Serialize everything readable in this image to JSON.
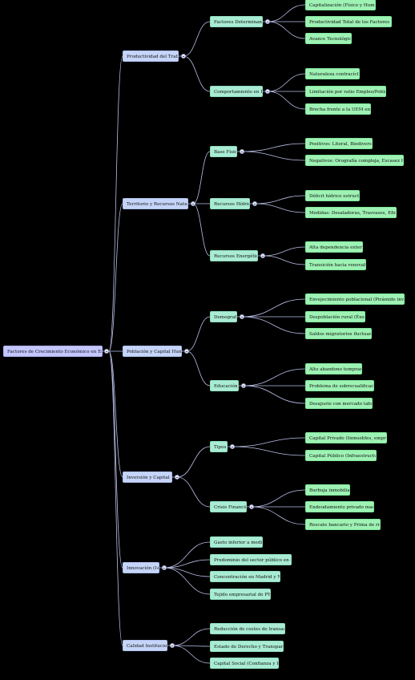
{
  "mindmap": {
    "root": {
      "label": "Factores de Crecimiento Económico en España"
    },
    "branches": [
      {
        "label": "Productividad del Trabajo",
        "children": [
          {
            "label": "Factores Determinantes",
            "children": [
              "Capitalización (Físico y Humano)",
              "Productividad Total de los Factores (PTF)",
              "Avance Tecnológico"
            ]
          },
          {
            "label": "Comportamiento en España",
            "children": [
              "Naturaleza contracíclica",
              "Limitación por ratio Empleo/Población",
              "Brecha frente a la UEM en I+D"
            ]
          }
        ]
      },
      {
        "label": "Territorio y Recursos Naturales",
        "children": [
          {
            "label": "Base Física",
            "children": [
              "Positivos: Litoral, Biodiversidad",
              "Negativos: Orografía compleja, Escasez hídrica"
            ]
          },
          {
            "label": "Recursos Hídricos",
            "children": [
              "Déficit hídrico estructural",
              "Medidas: Desaladoras, Trasvases, Eficiencia"
            ]
          },
          {
            "label": "Recursos Energéticos",
            "children": [
              "Alta dependencia externa",
              "Transición hacia renovables"
            ]
          }
        ]
      },
      {
        "label": "Población y Capital Humano",
        "children": [
          {
            "label": "Demografía",
            "children": [
              "Envejecimiento poblacional (Pirámide invertida)",
              "Despoblación rural (Éxodo)",
              "Saldos migratorios fluctuantes"
            ]
          },
          {
            "label": "Educación",
            "children": [
              "Alto abandono temprano",
              "Problema de sobrecualificación",
              "Desajuste con mercado laboral"
            ]
          }
        ]
      },
      {
        "label": "Inversión y Capital Fijo",
        "children": [
          {
            "label": "Tipos",
            "children": [
              "Capital Privado (Inmuebles, empresas)",
              "Capital Público (Infraestructuras)"
            ]
          },
          {
            "label": "Crisis Financiera",
            "children": [
              "Burbuja inmobiliaria",
              "Endeudamiento privado masivo",
              "Rescate bancario y Prima de riesgo"
            ]
          }
        ]
      },
      {
        "label": "Innovación (I+D)",
        "children": [
          {
            "label": "Gasto inferior a media UE",
            "children": []
          },
          {
            "label": "Predominio del sector público en el I+D",
            "children": []
          },
          {
            "label": "Concentración en Madrid y Norte",
            "children": []
          },
          {
            "label": "Tejido empresarial de PYMES",
            "children": []
          }
        ]
      },
      {
        "label": "Calidad Institucional",
        "children": [
          {
            "label": "Reducción de costes de transacción",
            "children": []
          },
          {
            "label": "Estado de Derecho y Transparencia",
            "children": []
          },
          {
            "label": "Capital Social (Confianza y Ética)",
            "children": []
          }
        ]
      }
    ]
  }
}
